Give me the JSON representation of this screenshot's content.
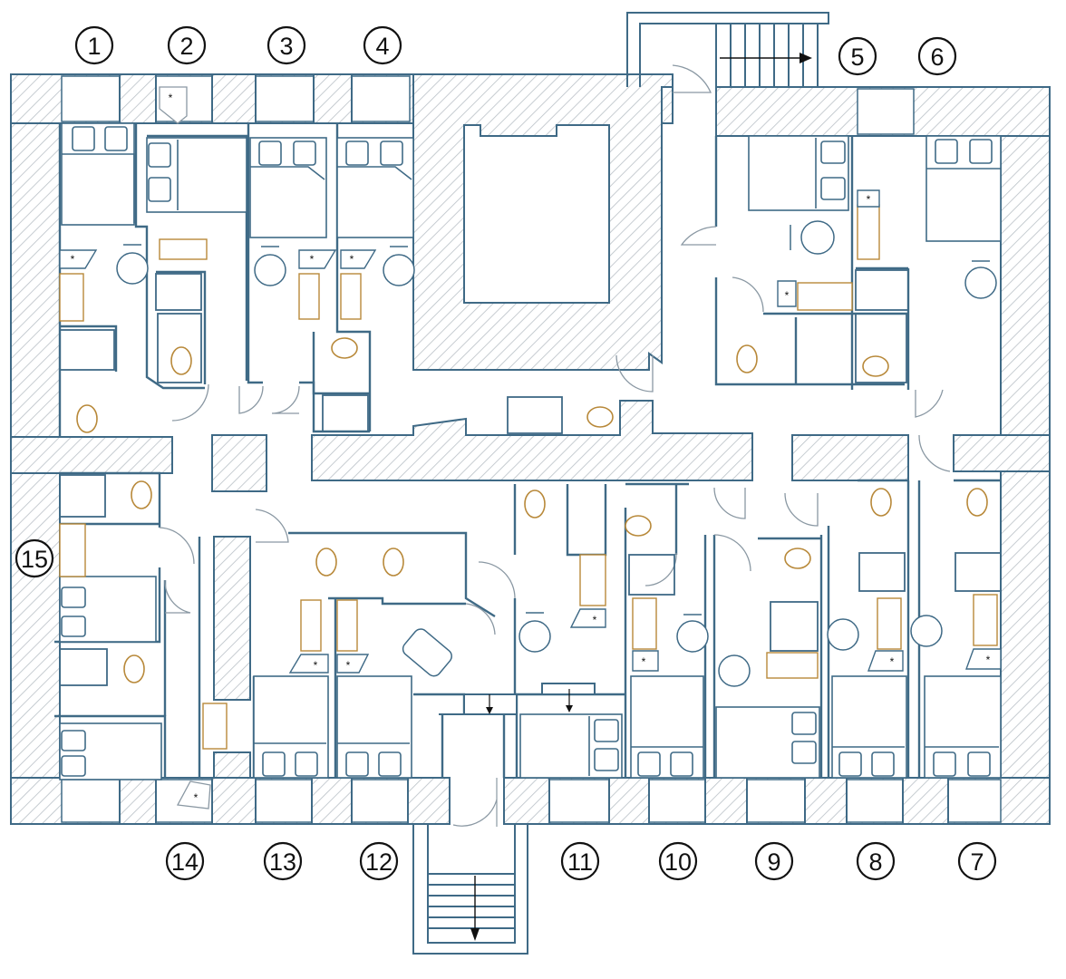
{
  "room_labels": [
    "1",
    "2",
    "3",
    "4",
    "5",
    "6",
    "7",
    "8",
    "9",
    "10",
    "11",
    "12",
    "13",
    "14",
    "15"
  ],
  "colors": {
    "wall_line": "#3f6a86",
    "wall_hatch": "#b9c0c6",
    "fixture_line": "#8a98a3",
    "plumbing": "#b8893a",
    "label_text": "#111111",
    "background": "#ffffff"
  },
  "icons": [
    "bed-icon",
    "chair-icon",
    "toilet-icon",
    "sink-icon",
    "shower-icon",
    "stair-arrow-icon",
    "fan-icon"
  ]
}
